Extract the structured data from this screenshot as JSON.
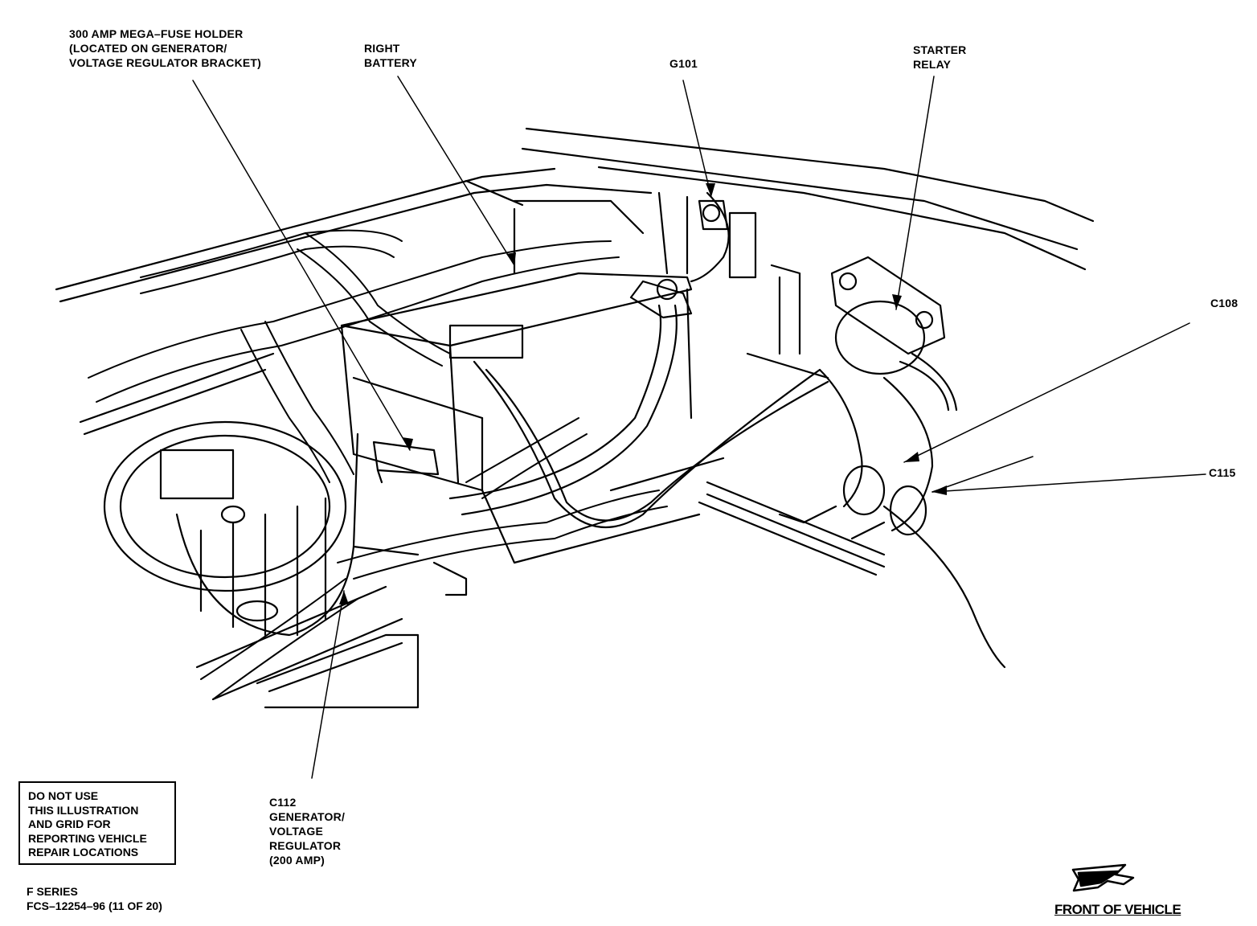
{
  "labels": {
    "mega_fuse": [
      "300 AMP MEGA–FUSE HOLDER",
      "(LOCATED ON  GENERATOR/",
      "VOLTAGE REGULATOR BRACKET)"
    ],
    "right_battery": [
      "RIGHT",
      "BATTERY"
    ],
    "g101": "G101",
    "starter_relay": [
      "STARTER",
      "RELAY"
    ],
    "c108": "C108",
    "c115": "C115",
    "c112": [
      "C112",
      "GENERATOR/",
      "VOLTAGE",
      "REGULATOR",
      "(200 AMP)"
    ]
  },
  "warning": [
    "DO NOT USE",
    "THIS  ILLUSTRATION",
    "AND GRID FOR",
    "REPORTING VEHICLE",
    "REPAIR  LOCATIONS"
  ],
  "footer": {
    "series": "F SERIES",
    "figure_id": "FCS–12254–96  (11 OF 20)",
    "front_of_vehicle": "FRONT OF VEHICLE"
  }
}
